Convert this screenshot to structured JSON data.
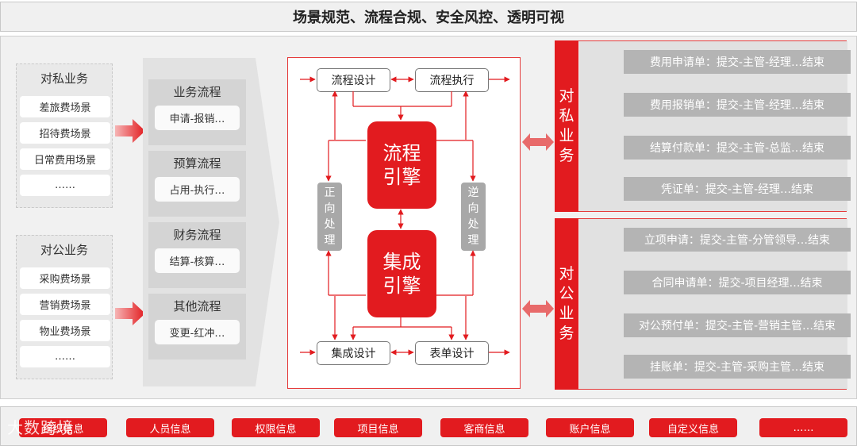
{
  "header": {
    "title": "场景规范、流程合规、安全风控、透明可视"
  },
  "private_scenes": {
    "title": "对私业务",
    "items": [
      "差旅费场景",
      "招待费场景",
      "日常费用场景",
      "……"
    ]
  },
  "public_scenes": {
    "title": "对公业务",
    "items": [
      "采购费场景",
      "营销费场景",
      "物业费场景",
      "……"
    ]
  },
  "flows": [
    {
      "title": "业务流程",
      "sub": "申请-报销…"
    },
    {
      "title": "预算流程",
      "sub": "占用-执行…"
    },
    {
      "title": "财务流程",
      "sub": "结算-核算…"
    },
    {
      "title": "其他流程",
      "sub": "变更-红冲…"
    }
  ],
  "engine": {
    "nodes": {
      "process_design": "流程设计",
      "process_execution": "流程执行",
      "integration_design": "集成设计",
      "form_design": "表单设计"
    },
    "flow_engine": [
      "流程",
      "引擎"
    ],
    "integration_engine": [
      "集成",
      "引擎"
    ],
    "forward": [
      "正",
      "向",
      "处",
      "理"
    ],
    "reverse": [
      "逆",
      "向",
      "处",
      "理"
    ]
  },
  "right_private": {
    "label": [
      "对",
      "私",
      "业",
      "务"
    ],
    "items": [
      "费用申请单：提交-主管-经理…结束",
      "费用报销单：提交-主管-经理…结束",
      "结算付款单：提交-主管-总监…结束",
      "凭证单：提交-主管-经理…结束"
    ]
  },
  "right_public": {
    "label": [
      "对",
      "公",
      "业",
      "务"
    ],
    "items": [
      "立项申请：提交-主管-分管领导…结束",
      "合同申请单：提交-项目经理…结束",
      "对公预付单：提交-主管-营销主管…结束",
      "挂账单：提交-主管-采购主管…结束"
    ]
  },
  "bottom": {
    "items": [
      "组织信息",
      "人员信息",
      "权限信息",
      "项目信息",
      "客商信息",
      "账户信息",
      "自定义信息",
      "……"
    ]
  },
  "watermark": "大数跨境",
  "colors": {
    "accent": "#e21b1f",
    "panel": "#f1f1f1",
    "gray_box": "#b4b4b4"
  }
}
